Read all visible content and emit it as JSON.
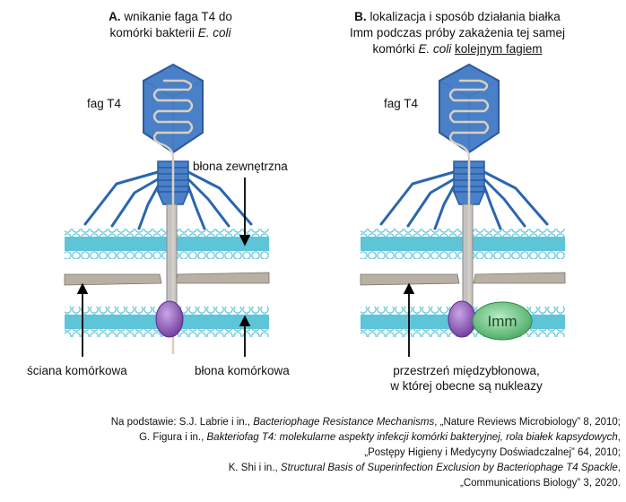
{
  "panel_a": {
    "title_letter": "A.",
    "title_line1": "wnikanie faga T4 do",
    "title_line2_plain": "komórki bakterii",
    "title_line2_italic": "E. coli",
    "label_phage": "fag T4",
    "label_outer_membrane": "błona zewnętrzna",
    "label_cell_wall": "ściana komórkowa",
    "label_cell_membrane": "błona komórkowa"
  },
  "panel_b": {
    "title_letter": "B.",
    "title_line1": "lokalizacja i sposób działania białka",
    "title_line2": "Imm podczas próby zakażenia tej samej",
    "title_line3_plain": "komórki",
    "title_line3_italic": "E. coli",
    "title_line3_underlined": "kolejnym fagiem",
    "label_phage": "fag T4",
    "label_imm": "Imm",
    "label_periplasm_line1": "przestrzeń międzybłonowa,",
    "label_periplasm_line2": "w której obecne są nukleazy"
  },
  "caption": {
    "line1_a": "Na podstawie: S.J. Labrie i in., ",
    "line1_b": "Bacteriophage Resistance Mechanisms",
    "line1_c": ", „Nature Reviews Microbiology” 8, 2010;",
    "line2_a": "G. Figura i in., ",
    "line2_b": "Bakteriofag T4: molekularne aspekty infekcji komórki bakteryjnej, rola białek kapsydowych",
    "line2_c": ",",
    "line3": "„Postępy Higieny i Medycyny Doświadczalnej” 64, 2010;",
    "line4_a": "K. Shi i in., ",
    "line4_b": "Structural Basis of Superinfection Exclusion by Bacteriophage T4 Spackle",
    "line4_c": ",",
    "line5": "„Communications Biology” 3, 2020."
  },
  "colors": {
    "membrane": "#5ec4d8",
    "membrane_head": "#ffffff",
    "capsid": "#4a80c8",
    "capsid_dark": "#2a5aa0",
    "tail_fibers": "#2a66b0",
    "tail": "#bdbdbd",
    "wall": "#b9b0a4",
    "purple_protein": "#8a55b5",
    "imm_protein": "#6cc17e"
  }
}
